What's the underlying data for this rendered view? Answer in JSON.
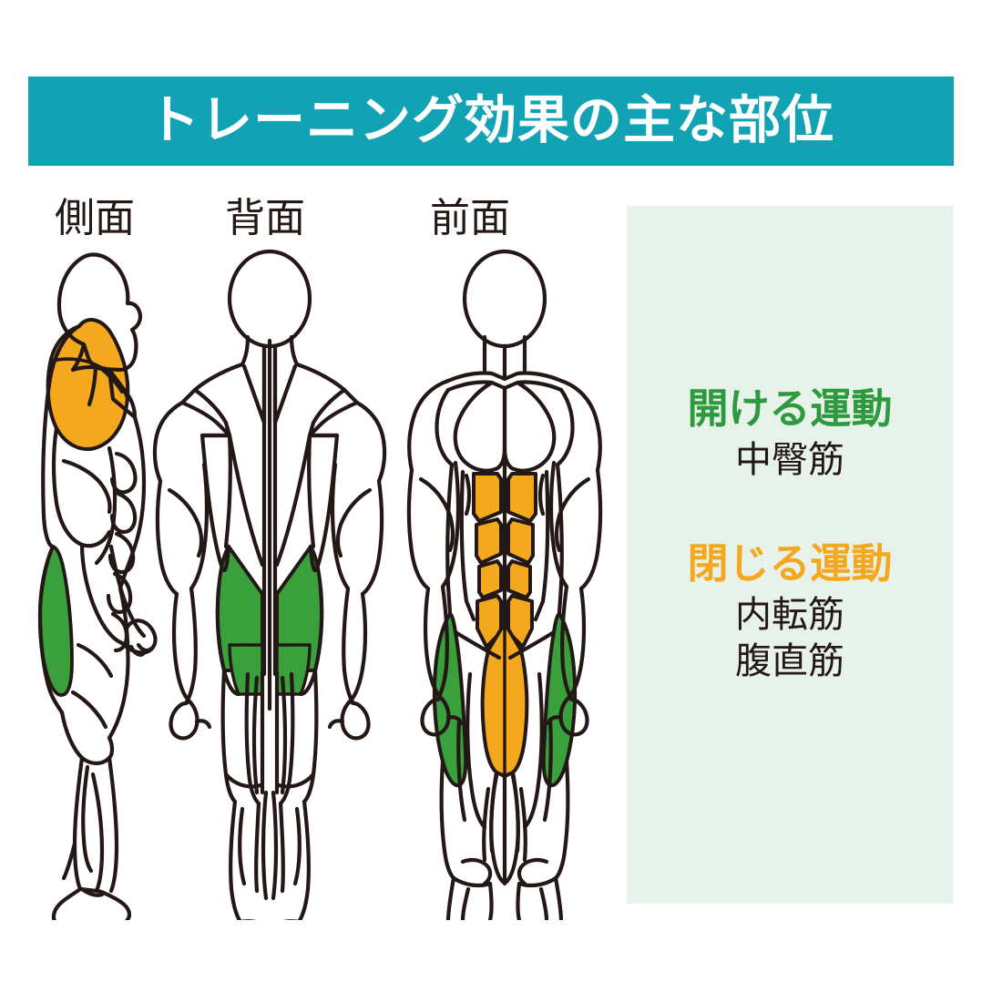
{
  "banner": {
    "title": "トレーニング効果の主な部位",
    "bg_color": "#11A3B4",
    "text_color": "#FFFFFF"
  },
  "figures": {
    "labels": [
      {
        "id": "side",
        "text": "側面"
      },
      {
        "id": "back",
        "text": "背面"
      },
      {
        "id": "front",
        "text": "前面"
      }
    ],
    "outline_color": "#231815",
    "highlight_colors": {
      "green": "#3AA03C",
      "orange": "#F4A81D"
    },
    "highlighted_regions": [
      {
        "view": "側面",
        "region": "shoulder-deltoid",
        "color": "#F4A81D"
      },
      {
        "view": "側面",
        "region": "gluteus-medius",
        "color": "#3AA03C"
      },
      {
        "view": "背面",
        "region": "gluteus-medius",
        "color": "#3AA03C"
      },
      {
        "view": "前面",
        "region": "rectus-abdominis",
        "color": "#F4A81D"
      },
      {
        "view": "前面",
        "region": "adductor",
        "color": "#F4A81D"
      },
      {
        "view": "前面",
        "region": "gluteus-medius",
        "color": "#3AA03C"
      }
    ]
  },
  "legend": {
    "bg_color": "#E7F2EA",
    "groups": [
      {
        "heading": "開ける運動",
        "heading_color": "#2D9A3E",
        "muscles": [
          "中臀筋"
        ]
      },
      {
        "heading": "閉じる運動",
        "heading_color": "#F4A81D",
        "muscles": [
          "内転筋",
          "腹直筋"
        ]
      }
    ]
  }
}
